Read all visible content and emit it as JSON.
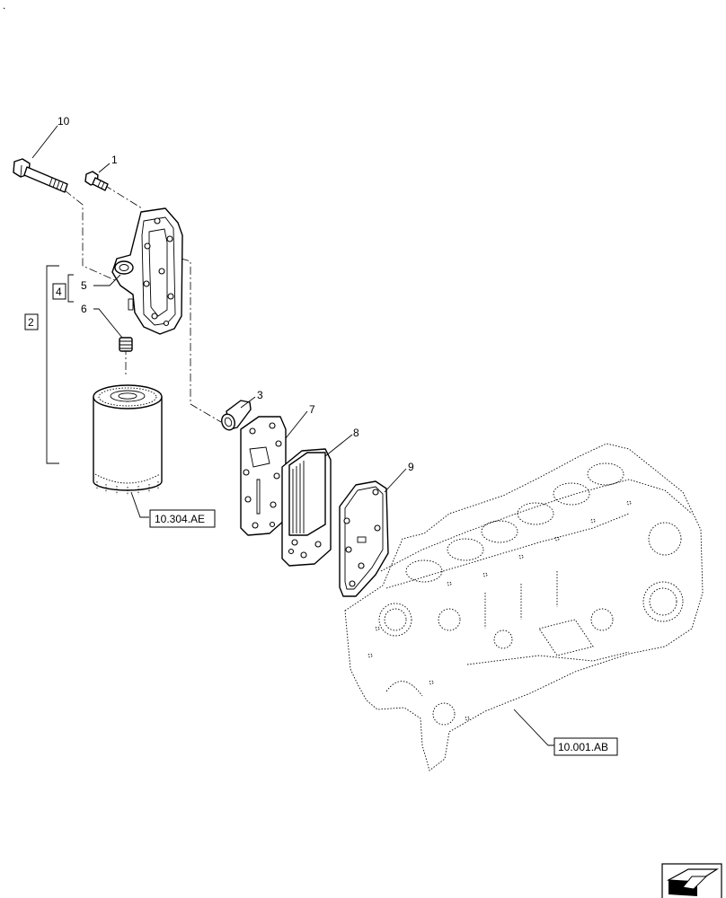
{
  "callouts": {
    "c1": "1",
    "c2": "2",
    "c3": "3",
    "c4": "4",
    "c5": "5",
    "c6": "6",
    "c7": "7",
    "c8": "8",
    "c9": "9",
    "c10": "10"
  },
  "references": {
    "filter_ref": "10.304.AE",
    "block_ref": "10.001.AB"
  },
  "corner_mark": "."
}
